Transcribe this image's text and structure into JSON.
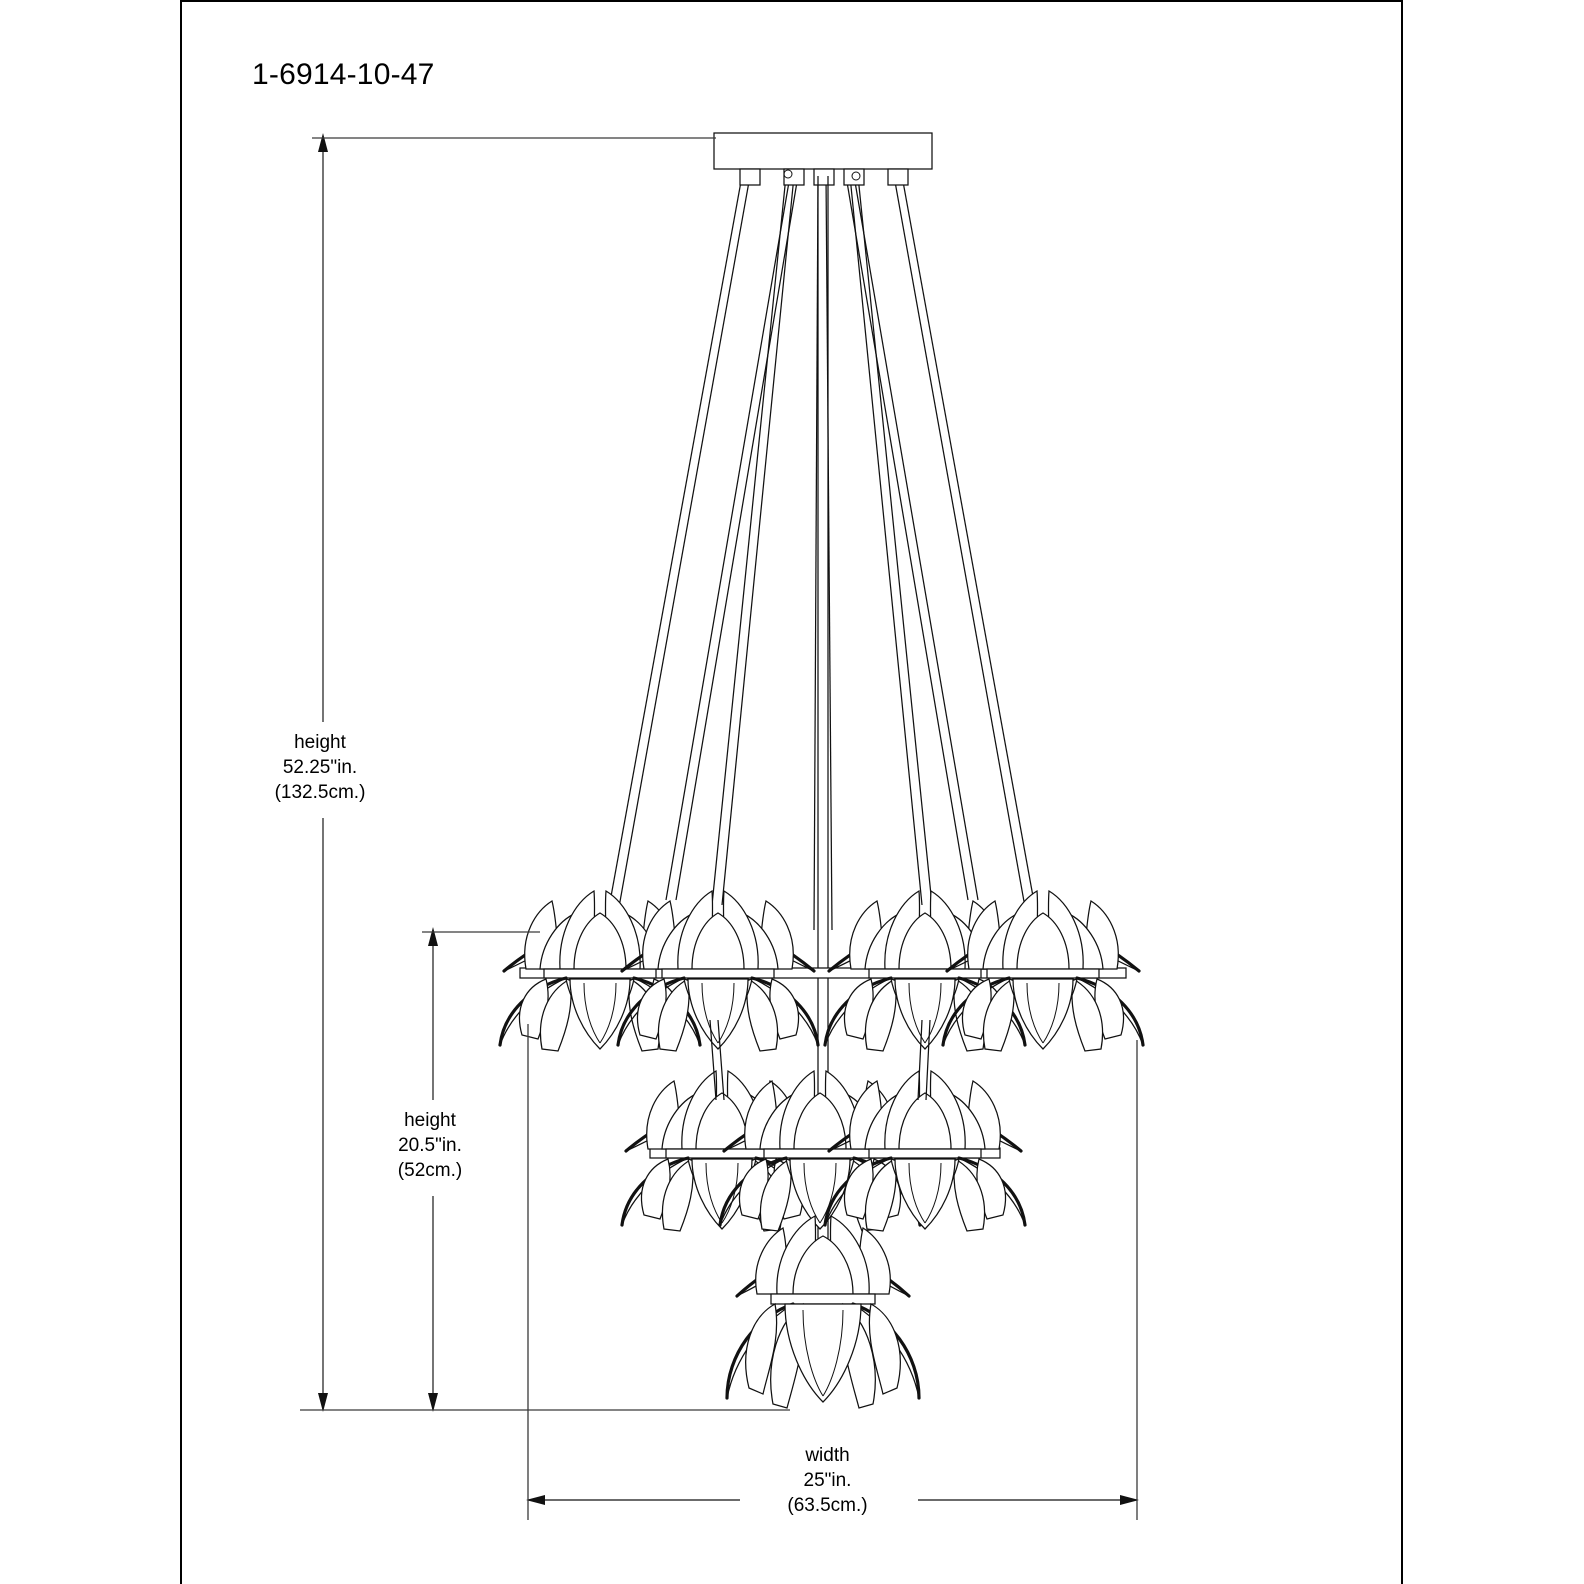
{
  "drawing": {
    "part_number": "1-6914-10-47",
    "type": "chandelier-dimension-drawing",
    "line_color": "#111111",
    "dimension_color": "#3a3a3a",
    "background": "#ffffff"
  },
  "dimensions": {
    "overall_height": {
      "label": "height",
      "imperial": "52.25\"in.",
      "metric": "(132.5cm.)"
    },
    "fixture_height": {
      "label": "height",
      "imperial": "20.5\"in.",
      "metric": "(52cm.)"
    },
    "width": {
      "label": "width",
      "imperial": "25\"in.",
      "metric": "(63.5cm.)"
    }
  },
  "fixture": {
    "canopy": "rectangular-canopy",
    "suspension_points": 5,
    "tiers": [
      {
        "name": "upper-tier",
        "flowers": 6
      },
      {
        "name": "middle-tier",
        "flowers": 4
      },
      {
        "name": "bottom-flower",
        "flowers": 1
      }
    ],
    "shade_shape": "lotus-flower"
  }
}
